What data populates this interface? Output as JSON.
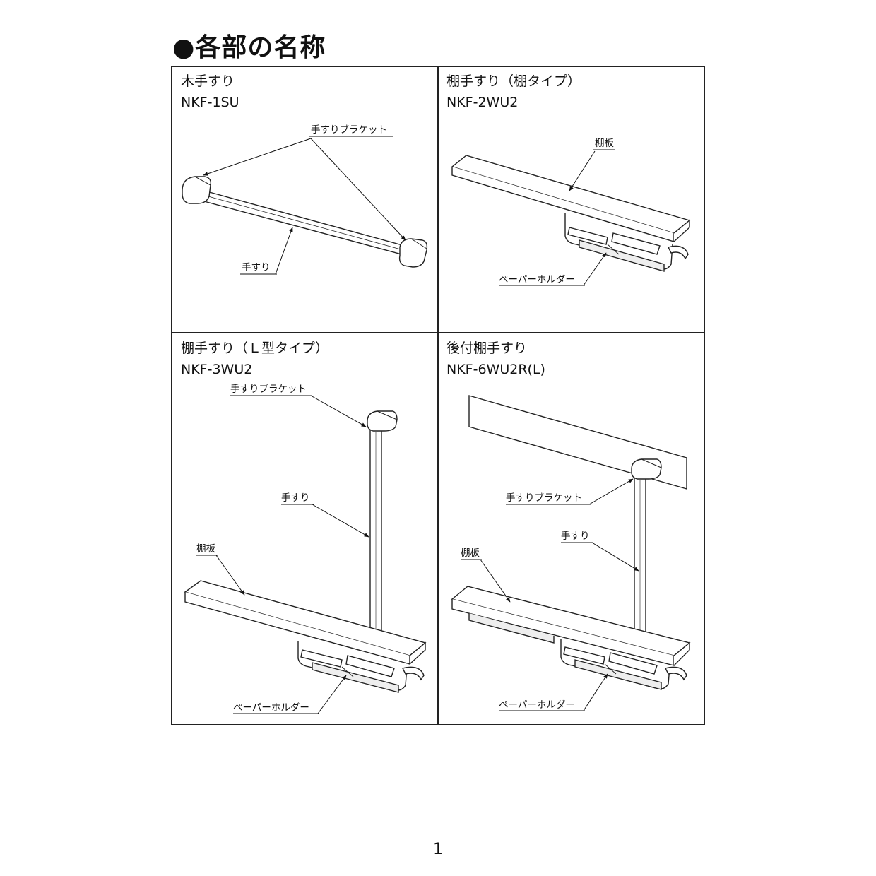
{
  "title": "●各部の名称",
  "page_number": "1",
  "panels": [
    {
      "name": "木手すり",
      "model": "NKF-1SU",
      "labels": {
        "bracket": "手すりブラケット",
        "handrail": "手すり"
      }
    },
    {
      "name": "棚手すり（棚タイプ）",
      "model": "NKF-2WU2",
      "labels": {
        "shelf": "棚板",
        "holder": "ペーパーホルダー"
      }
    },
    {
      "name": "棚手すり（Ｌ型タイプ）",
      "model": "NKF-3WU2",
      "labels": {
        "bracket": "手すりブラケット",
        "handrail": "手すり",
        "shelf": "棚板",
        "holder": "ペーパーホルダー"
      }
    },
    {
      "name": "後付棚手すり",
      "model": "NKF-6WU2R(L)",
      "labels": {
        "bracket": "手すりブラケット",
        "handrail": "手すり",
        "shelf": "棚板",
        "holder": "ペーパーホルダー"
      }
    }
  ]
}
